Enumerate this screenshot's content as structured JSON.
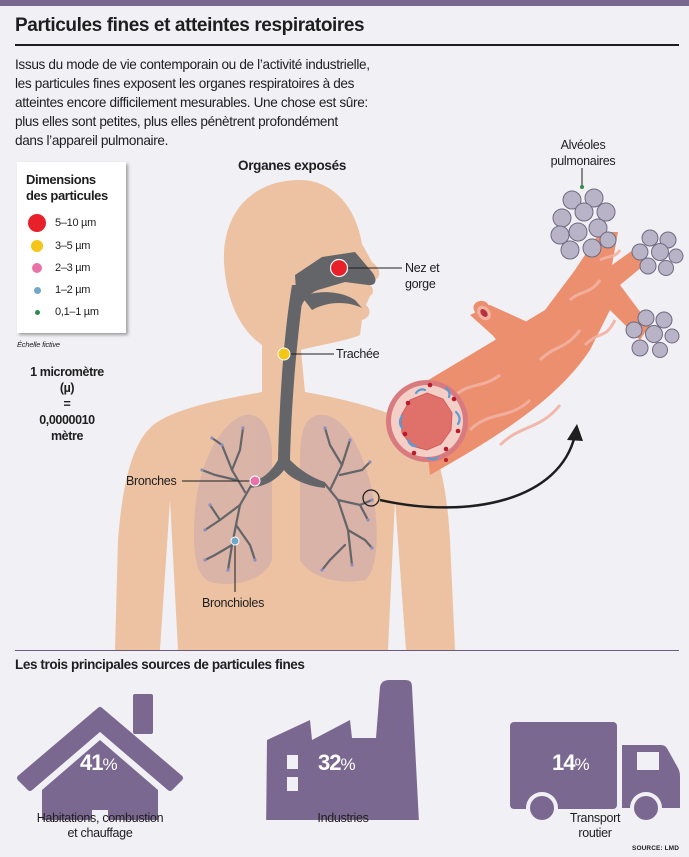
{
  "header": {
    "title": "Particules fines et atteintes respiratoires",
    "intro_lines": [
      "Issus du mode de vie contemporain ou de l’activité industrielle,",
      "les particules fines exposent les organes respiratoires à des",
      "atteintes encore difficilement mesurables. Une chose est sûre:",
      "plus elles sont petites, plus elles pénètrent profondément",
      "dans l’appareil pulmonaire."
    ]
  },
  "legend": {
    "title_line1": "Dimensions",
    "title_line2": "des particules",
    "items": [
      {
        "label": "5–10 µm",
        "color": "#e8202a",
        "size": 18
      },
      {
        "label": "3–5 µm",
        "color": "#f5c518",
        "size": 12
      },
      {
        "label": "2–3 µm",
        "color": "#e873a8",
        "size": 10
      },
      {
        "label": "1–2 µm",
        "color": "#6fa8c8",
        "size": 8
      },
      {
        "label": "0,1–1 µm",
        "color": "#2e8b4e",
        "size": 5
      }
    ],
    "note": "Échelle fictive"
  },
  "unit_conversion": {
    "line1": "1 micromètre",
    "line2": "(µ)",
    "line3": "=",
    "line4": "0,0000010",
    "line5": "mètre"
  },
  "diagram": {
    "heading": "Organes exposés",
    "labels": {
      "nez_line1": "Nez et",
      "nez_line2": "gorge",
      "trachee": "Trachée",
      "bronches": "Bronches",
      "bronchioles": "Bronchioles",
      "alveoles_line1": "Alvéoles",
      "alveoles_line2": "pulmonaires"
    },
    "colors": {
      "skin": "#ecc2a3",
      "airway": "#636569",
      "lung": "#d6b1a8",
      "branch_tips": "#8a8ec0",
      "tube": "#ec8f6e",
      "tube_light": "#f2b2a2",
      "alveoli": "#b9b3c8",
      "alveoli_stroke": "#6f6a80"
    }
  },
  "sources": {
    "title": "Les trois principales sources de particules fines",
    "accent_color": "#7b6890",
    "items": [
      {
        "icon": "house-icon",
        "value": "41",
        "unit": "%",
        "label_line1": "Habitations, combustion",
        "label_line2": "et chauffage"
      },
      {
        "icon": "factory-icon",
        "value": "32",
        "unit": "%",
        "label_line1": "Industries",
        "label_line2": ""
      },
      {
        "icon": "truck-icon",
        "value": "14",
        "unit": "%",
        "label_line1": "Transport",
        "label_line2": "routier"
      }
    ],
    "credit": "SOURCE: LMD"
  }
}
